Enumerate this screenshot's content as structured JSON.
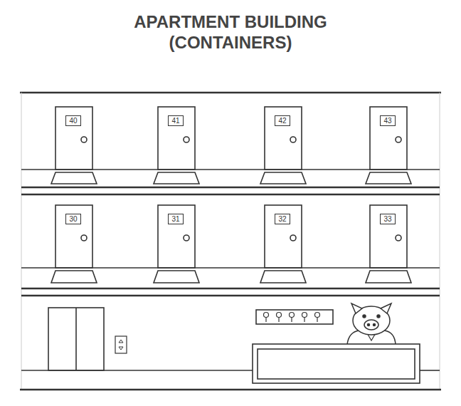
{
  "diagram": {
    "title": "APARTMENT BUILDING (CONTAINERS)",
    "nodes": [
      {
        "text": [
          "40"
        ]
      },
      {
        "text": [
          "41"
        ]
      },
      {
        "text": [
          "42"
        ]
      },
      {
        "text": [
          "43"
        ]
      },
      {
        "text": [
          "30"
        ]
      },
      {
        "text": [
          "31"
        ]
      },
      {
        "text": [
          "32"
        ]
      },
      {
        "text": [
          "33"
        ]
      }
    ]
  }
}
